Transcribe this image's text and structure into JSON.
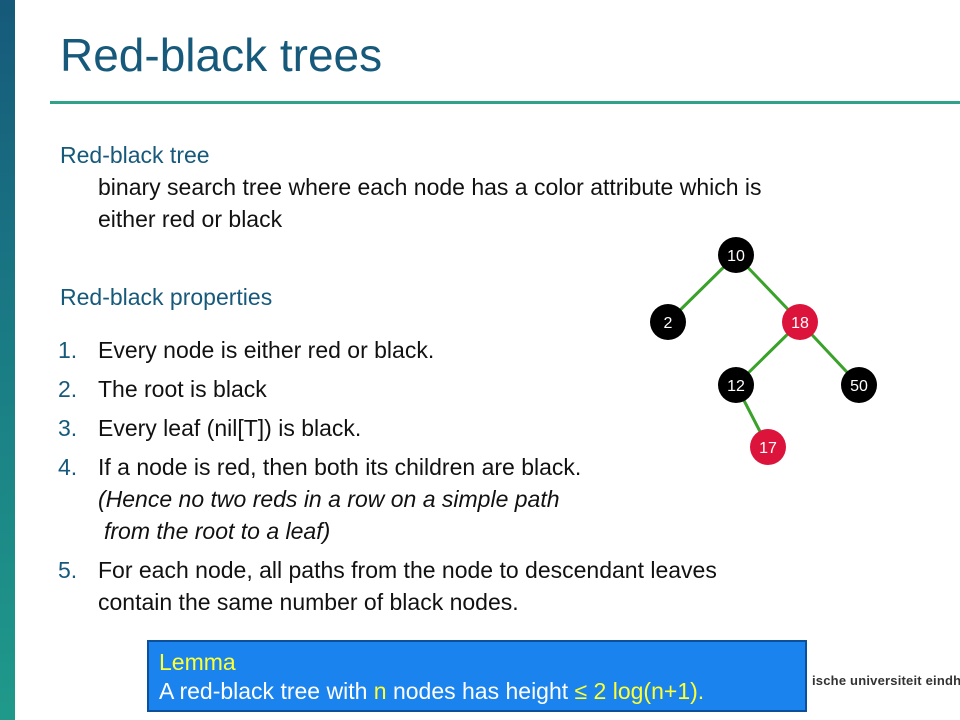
{
  "slide": {
    "title": "Red-black trees",
    "definition_heading": "Red-black tree",
    "definition_text_line1": "binary search tree where each node has a color attribute which is",
    "definition_text_line2": "either red or black",
    "properties_heading": "Red-black properties",
    "properties": [
      {
        "num": "1.",
        "text": "Every node is either red or black."
      },
      {
        "num": "2.",
        "text": "The root is black"
      },
      {
        "num": "3.",
        "text": "Every leaf (nil[T]) is black."
      },
      {
        "num": "4.",
        "text": "If a node is red, then both its children are black.",
        "note_line1": "(Hence no two reds in a row on a simple path",
        "note_line2": "from the root to a leaf)"
      },
      {
        "num": "5.",
        "text_line1": "For each node, all paths from the node to descendant leaves",
        "text_line2": "contain the same number of black nodes."
      }
    ],
    "lemma": {
      "title": "Lemma",
      "text_before": "A red-black tree with ",
      "var": "n",
      "text_middle": " nodes has height  ",
      "bound": "≤ 2 log(n+1)."
    },
    "footer": "ische universiteit eindhoven"
  },
  "tree": {
    "nodes": [
      {
        "key": "10",
        "color": "black"
      },
      {
        "key": "2",
        "color": "black"
      },
      {
        "key": "18",
        "color": "red"
      },
      {
        "key": "12",
        "color": "black"
      },
      {
        "key": "50",
        "color": "black"
      },
      {
        "key": "17",
        "color": "red"
      }
    ],
    "edges": [
      [
        "10",
        "2"
      ],
      [
        "10",
        "18"
      ],
      [
        "18",
        "12"
      ],
      [
        "18",
        "50"
      ],
      [
        "12",
        "17"
      ]
    ]
  },
  "colors": {
    "accent": "#16597a",
    "edge": "#3aa12a",
    "red_node": "#dc143c",
    "black_node": "#000000",
    "lemma_bg": "#1a83ee",
    "highlight": "#ffff33"
  }
}
